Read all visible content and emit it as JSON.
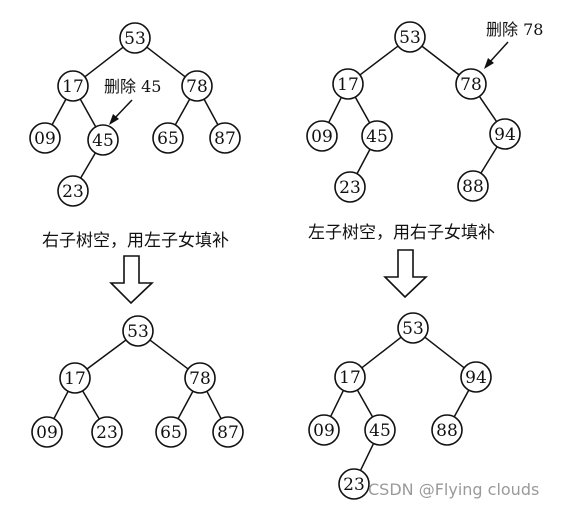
{
  "diagrams": {
    "left_top": {
      "nodes": [
        {
          "id": "n53",
          "label": "53"
        },
        {
          "id": "n17",
          "label": "17"
        },
        {
          "id": "n78",
          "label": "78"
        },
        {
          "id": "n09",
          "label": "09"
        },
        {
          "id": "n45",
          "label": "45"
        },
        {
          "id": "n65",
          "label": "65"
        },
        {
          "id": "n87",
          "label": "87"
        },
        {
          "id": "n23",
          "label": "23"
        }
      ],
      "edges": [
        [
          "n53",
          "n17"
        ],
        [
          "n53",
          "n78"
        ],
        [
          "n17",
          "n09"
        ],
        [
          "n17",
          "n45"
        ],
        [
          "n78",
          "n65"
        ],
        [
          "n78",
          "n87"
        ],
        [
          "n45",
          "n23"
        ]
      ],
      "annotation": "删除 45"
    },
    "right_top": {
      "nodes": [
        {
          "id": "n53",
          "label": "53"
        },
        {
          "id": "n17",
          "label": "17"
        },
        {
          "id": "n78",
          "label": "78"
        },
        {
          "id": "n09",
          "label": "09"
        },
        {
          "id": "n45",
          "label": "45"
        },
        {
          "id": "n94",
          "label": "94"
        },
        {
          "id": "n23",
          "label": "23"
        },
        {
          "id": "n88",
          "label": "88"
        }
      ],
      "edges": [
        [
          "n53",
          "n17"
        ],
        [
          "n53",
          "n78"
        ],
        [
          "n17",
          "n09"
        ],
        [
          "n17",
          "n45"
        ],
        [
          "n78",
          "n94"
        ],
        [
          "n45",
          "n23"
        ],
        [
          "n94",
          "n88"
        ]
      ],
      "annotation": "删除 78"
    },
    "left_bottom": {
      "nodes": [
        {
          "id": "n53",
          "label": "53"
        },
        {
          "id": "n17",
          "label": "17"
        },
        {
          "id": "n78",
          "label": "78"
        },
        {
          "id": "n09",
          "label": "09"
        },
        {
          "id": "n23",
          "label": "23"
        },
        {
          "id": "n65",
          "label": "65"
        },
        {
          "id": "n87",
          "label": "87"
        }
      ],
      "edges": [
        [
          "n53",
          "n17"
        ],
        [
          "n53",
          "n78"
        ],
        [
          "n17",
          "n09"
        ],
        [
          "n17",
          "n23"
        ],
        [
          "n78",
          "n65"
        ],
        [
          "n78",
          "n87"
        ]
      ]
    },
    "right_bottom": {
      "nodes": [
        {
          "id": "n53",
          "label": "53"
        },
        {
          "id": "n17",
          "label": "17"
        },
        {
          "id": "n94",
          "label": "94"
        },
        {
          "id": "n09",
          "label": "09"
        },
        {
          "id": "n45",
          "label": "45"
        },
        {
          "id": "n88",
          "label": "88"
        },
        {
          "id": "n23",
          "label": "23"
        }
      ],
      "edges": [
        [
          "n53",
          "n17"
        ],
        [
          "n53",
          "n94"
        ],
        [
          "n17",
          "n09"
        ],
        [
          "n17",
          "n45"
        ],
        [
          "n94",
          "n88"
        ],
        [
          "n45",
          "n23"
        ]
      ]
    }
  },
  "captions": {
    "left": "右子树空，用左子女填补",
    "right": "左子树空，用右子女填补"
  },
  "watermark": "CSDN @Flying  clouds"
}
